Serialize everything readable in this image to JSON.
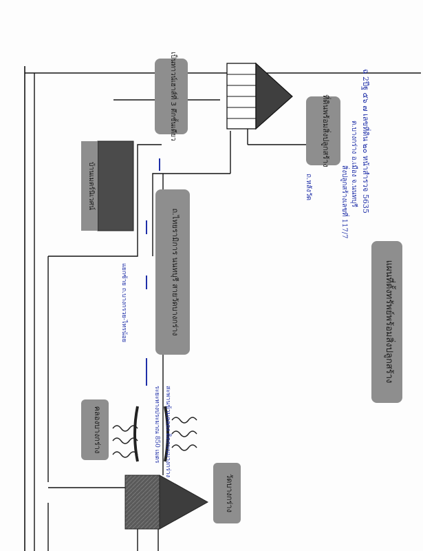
{
  "title": "แผนที่ตั้งทรัพย์พร้อมสิ่งปลูกสร้าง",
  "labels": {
    "property": "ที่ดินพร้อมสิ่งปลูกสร้าง",
    "temple": "วัดบางกร่าง",
    "canal": "คลองบางกร่าง",
    "main_road": "ถ.ไทยรามิการ นนทบุรี สายวัดบางกร่าง",
    "village": "บ้านเมตร์นิเวศน์",
    "village_house": "เป็นทาวน์เฮาส์ที่ 3 ตึกชั้นเดียว"
  },
  "handwriting": {
    "deed": "ฉ 2ปีฐ ๕๖ ๗ เลขที่ดิน ๒๐ หน้าสำรวจ 5635",
    "location": "ต.บางกร่าง อ.เมือง จ.นนทบุรี",
    "house_no": "สิ่งปลูกสร้างเลขที่ 117/7",
    "side_road": "ถ.หลังวัด",
    "to_canal": "แยกซ้าย ถ.บางกรวย-ไทรน้อย",
    "bridge": "สะพานข้ามคลอง ติดถนนบางกร่าง",
    "distance": "ระยะทางประมาณ 850 เมตร"
  },
  "colors": {
    "label_box": "#8e8e8e",
    "dark_block": "#4b4b4b",
    "ink": "#1f2fa8"
  }
}
